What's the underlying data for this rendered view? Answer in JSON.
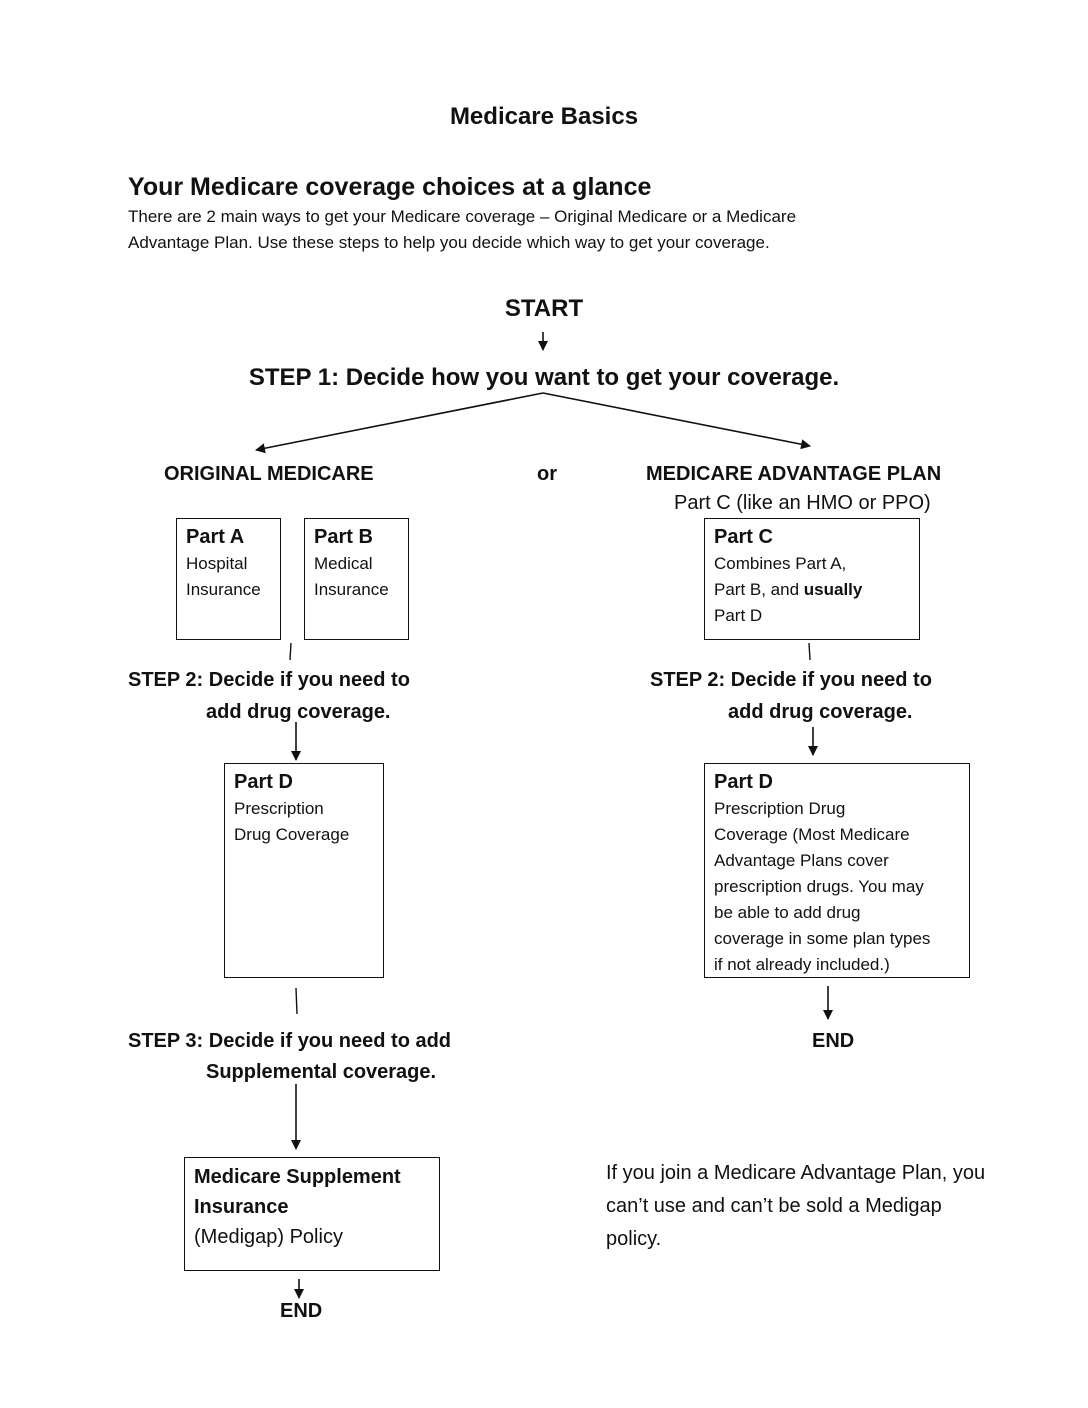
{
  "title": "Medicare Basics",
  "heading": "Your Medicare coverage choices at a glance",
  "intro_line1": "There are 2 main ways to get your Medicare coverage – Original Medicare or a Medicare",
  "intro_line2": "Advantage Plan.  Use these steps to help you decide which way to get your coverage.",
  "start": "START",
  "step1": "STEP 1: Decide how you want to get your coverage.",
  "original_medicare": "ORIGINAL MEDICARE",
  "or": "or",
  "medicare_advantage": "MEDICARE ADVANTAGE PLAN",
  "part_c_subtitle": "Part C (like an HMO or PPO)",
  "part_a": {
    "title": "Part A",
    "line1": "Hospital",
    "line2": "Insurance"
  },
  "part_b": {
    "title": "Part B",
    "line1": "Medical",
    "line2": "Insurance"
  },
  "part_c": {
    "title": "Part C",
    "line1": "Combines Part A,",
    "line2_pre": "Part B, and ",
    "line2_bold": "usually",
    "line3": "Part D"
  },
  "step2_left": {
    "line1": "STEP 2: Decide if you need to",
    "line2": "add drug coverage."
  },
  "step2_right": {
    "line1": "STEP 2: Decide if you need to",
    "line2": "add drug coverage."
  },
  "part_d_left": {
    "title": "Part D",
    "line1": "Prescription",
    "line2": "Drug Coverage"
  },
  "part_d_right": {
    "title": "Part D",
    "lines": [
      "Prescription Drug",
      "Coverage (Most Medicare",
      "Advantage Plans cover",
      "prescription drugs. You may",
      "be able to add drug",
      "coverage in some plan types",
      "if not already included.)"
    ]
  },
  "end_right": "END",
  "step3": {
    "line1": "STEP 3: Decide if you need to add",
    "line2": "Supplemental coverage."
  },
  "medigap": {
    "title_line1": "Medicare Supplement",
    "title_line2": "Insurance",
    "line3": "(Medigap) Policy"
  },
  "end_left": "END",
  "note": {
    "line1": "If you join a Medicare Advantage Plan, you",
    "line2": "can’t use and can’t be sold a Medigap",
    "line3": "policy."
  },
  "colors": {
    "ink": "#111111",
    "background": "#ffffff"
  }
}
